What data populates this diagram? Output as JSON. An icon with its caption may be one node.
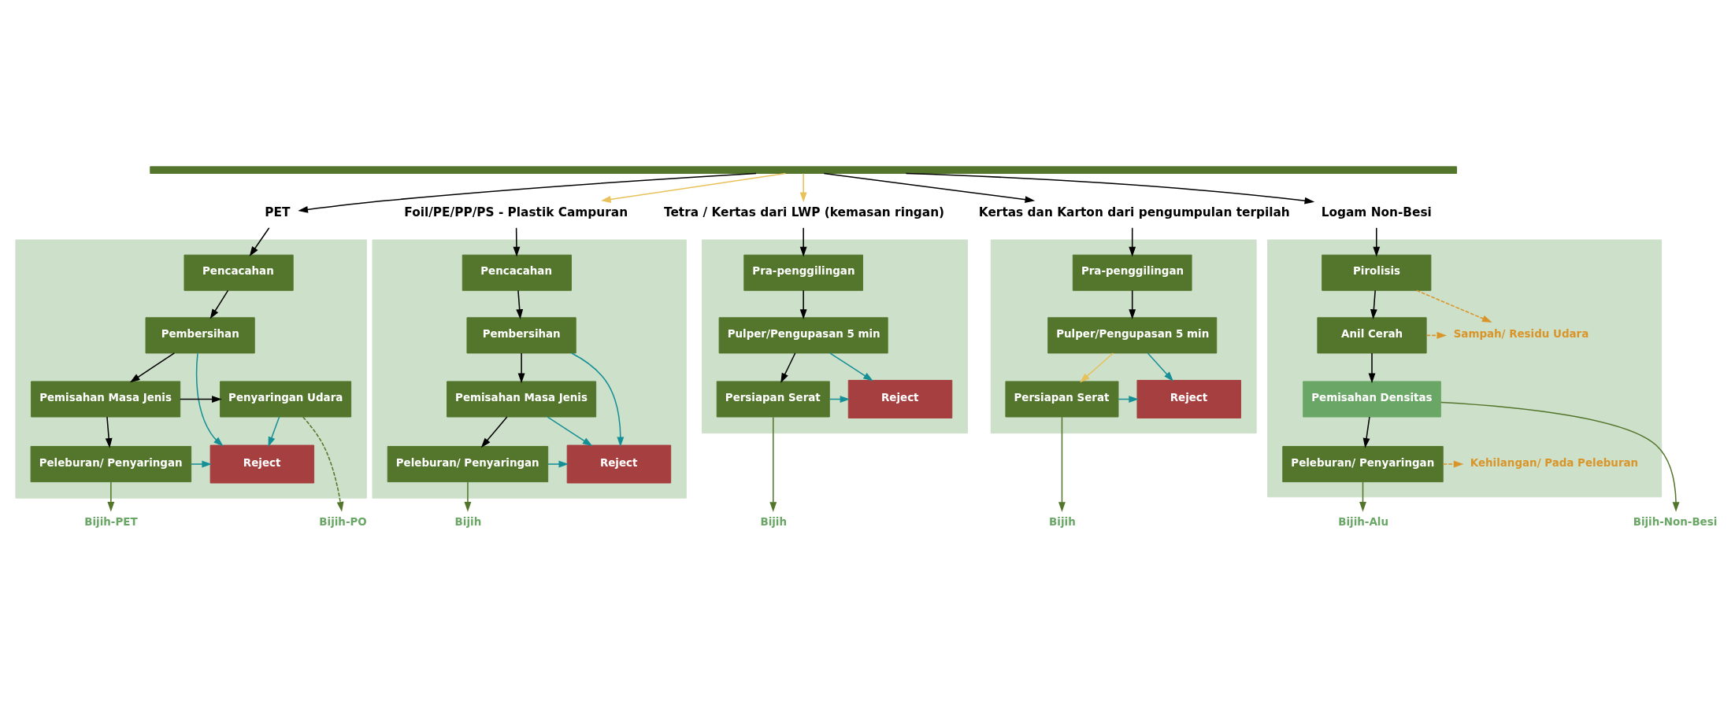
{
  "diagram": {
    "nodes": [
      {
        "text": [],
        "shape": "bar"
      },
      {
        "text": [
          "PET"
        ]
      },
      {
        "text": [
          "Foil/PE/PP/PS - Plastik Campuran"
        ]
      },
      {
        "text": [
          "Tetra / Kertas dari LWP (kemasan ringan)"
        ]
      },
      {
        "text": [
          "Kertas dan Karton dari pengumpulan terpilah"
        ]
      },
      {
        "text": [
          "Logam Non-Besi"
        ]
      },
      {
        "text": [],
        "shape": "box"
      },
      {
        "text": [
          "Pencacahan"
        ],
        "in": 6
      },
      {
        "text": [
          "Pembersihan"
        ],
        "in": 6
      },
      {
        "text": [
          "Pemisahan Masa Jenis"
        ],
        "in": 6
      },
      {
        "text": [
          "Penyaringan Udara"
        ],
        "in": 6
      },
      {
        "text": [
          "Peleburan/ Penyaringan"
        ],
        "in": 6
      },
      {
        "text": [
          "Reject"
        ],
        "in": 6
      },
      {
        "text": [
          "Bijih-PET"
        ]
      },
      {
        "text": [
          "Bijih-PO"
        ]
      },
      {
        "text": [],
        "shape": "box"
      },
      {
        "text": [
          "Pencacahan"
        ],
        "in": 15
      },
      {
        "text": [
          "Pembersihan"
        ],
        "in": 15
      },
      {
        "text": [
          "Pemisahan Masa Jenis"
        ],
        "in": 15
      },
      {
        "text": [
          "Peleburan/ Penyaringan"
        ],
        "in": 15
      },
      {
        "text": [
          "Reject"
        ],
        "in": 15
      },
      {
        "text": [
          "Bijih"
        ]
      },
      {
        "text": [],
        "shape": "box"
      },
      {
        "text": [
          "Pra-penggilingan"
        ],
        "in": 22
      },
      {
        "text": [
          "Pulper/Pengupasan 5 min"
        ],
        "in": 22
      },
      {
        "text": [
          "Persiapan Serat"
        ],
        "in": 22
      },
      {
        "text": [
          "Reject"
        ],
        "in": 22
      },
      {
        "text": [
          "Bijih"
        ]
      },
      {
        "text": [],
        "shape": "box"
      },
      {
        "text": [
          "Pra-penggilingan"
        ],
        "in": 28
      },
      {
        "text": [
          "Pulper/Pengupasan 5 min"
        ],
        "in": 28
      },
      {
        "text": [
          "Persiapan Serat"
        ],
        "in": 28
      },
      {
        "text": [
          "Reject"
        ],
        "in": 28
      },
      {
        "text": [
          "Bijih"
        ]
      },
      {
        "text": [],
        "shape": "box"
      },
      {
        "text": [
          "Pirolisis"
        ],
        "in": 34
      },
      {
        "text": [
          "Anil Cerah"
        ],
        "in": 34
      },
      {
        "text": [
          "Sampah/ Residu Udara"
        ],
        "in": 34
      },
      {
        "text": [
          "Pemisahan Densitas"
        ],
        "in": 34
      },
      {
        "text": [
          "Peleburan/ Penyaringan"
        ],
        "in": 34
      },
      {
        "text": [
          "Kehilangan/ Pada Peleburan"
        ],
        "in": 34
      },
      {
        "text": [
          "Bijih-Alu"
        ]
      },
      {
        "text": [
          "Bijih-Non-Besi"
        ]
      }
    ],
    "edges": [
      {
        "from": 0,
        "to": 1,
        "arrow": "to"
      },
      {
        "from": 0,
        "to": 2,
        "arrow": "to",
        "color": "#e8c15a"
      },
      {
        "from": 0,
        "to": 3,
        "arrow": "to",
        "color": "#e8c15a"
      },
      {
        "from": 0,
        "to": 4,
        "arrow": "to"
      },
      {
        "from": 0,
        "to": 5,
        "arrow": "to"
      },
      {
        "from": 1,
        "to": 7,
        "arrow": "to"
      },
      {
        "from": 7,
        "to": 8,
        "arrow": "to"
      },
      {
        "from": 8,
        "to": 9,
        "arrow": "to"
      },
      {
        "from": 9,
        "to": 10,
        "arrow": "to"
      },
      {
        "from": 9,
        "to": 11,
        "arrow": "to"
      },
      {
        "from": 8,
        "to": 12,
        "arrow": "to",
        "color": "#168f96"
      },
      {
        "from": 10,
        "to": 12,
        "arrow": "to",
        "color": "#168f96"
      },
      {
        "from": 11,
        "to": 12,
        "arrow": "to",
        "color": "#168f96"
      },
      {
        "from": 11,
        "to": 13,
        "arrow": "to",
        "color": "#53762c"
      },
      {
        "from": 10,
        "to": 14,
        "arrow": "to",
        "style": "dashed",
        "color": "#53762c"
      },
      {
        "from": 2,
        "to": 16,
        "arrow": "to"
      },
      {
        "from": 16,
        "to": 17,
        "arrow": "to"
      },
      {
        "from": 17,
        "to": 18,
        "arrow": "to"
      },
      {
        "from": 18,
        "to": 19,
        "arrow": "to"
      },
      {
        "from": 17,
        "to": 20,
        "arrow": "to",
        "color": "#168f96"
      },
      {
        "from": 18,
        "to": 20,
        "arrow": "to",
        "color": "#168f96"
      },
      {
        "from": 19,
        "to": 20,
        "arrow": "to",
        "color": "#168f96"
      },
      {
        "from": 19,
        "to": 21,
        "arrow": "to",
        "color": "#53762c"
      },
      {
        "from": 3,
        "to": 23,
        "arrow": "to"
      },
      {
        "from": 23,
        "to": 24,
        "arrow": "to"
      },
      {
        "from": 24,
        "to": 25,
        "arrow": "to"
      },
      {
        "from": 24,
        "to": 26,
        "arrow": "to",
        "color": "#168f96"
      },
      {
        "from": 25,
        "to": 26,
        "arrow": "to",
        "color": "#168f96"
      },
      {
        "from": 25,
        "to": 27,
        "arrow": "to",
        "color": "#53762c"
      },
      {
        "from": 4,
        "to": 29,
        "arrow": "to"
      },
      {
        "from": 29,
        "to": 30,
        "arrow": "to"
      },
      {
        "from": 30,
        "to": 31,
        "arrow": "to",
        "color": "#e8c15a"
      },
      {
        "from": 30,
        "to": 32,
        "arrow": "to",
        "color": "#168f96"
      },
      {
        "from": 31,
        "to": 32,
        "arrow": "to",
        "color": "#168f96"
      },
      {
        "from": 31,
        "to": 33,
        "arrow": "to",
        "color": "#53762c"
      },
      {
        "from": 5,
        "to": 35,
        "arrow": "to"
      },
      {
        "from": 35,
        "to": 36,
        "arrow": "to"
      },
      {
        "from": 35,
        "to": 37,
        "arrow": "to",
        "style": "dashed",
        "color": "#d9952a"
      },
      {
        "from": 36,
        "to": 37,
        "arrow": "to",
        "style": "dashed",
        "color": "#d9952a"
      },
      {
        "from": 36,
        "to": 38,
        "arrow": "to"
      },
      {
        "from": 38,
        "to": 39,
        "arrow": "to"
      },
      {
        "from": 38,
        "to": 42,
        "arrow": "to",
        "color": "#53762c"
      },
      {
        "from": 39,
        "to": 40,
        "arrow": "to",
        "style": "dashed",
        "color": "#d9952a"
      },
      {
        "from": 39,
        "to": 41,
        "arrow": "to",
        "color": "#53762c"
      }
    ]
  }
}
